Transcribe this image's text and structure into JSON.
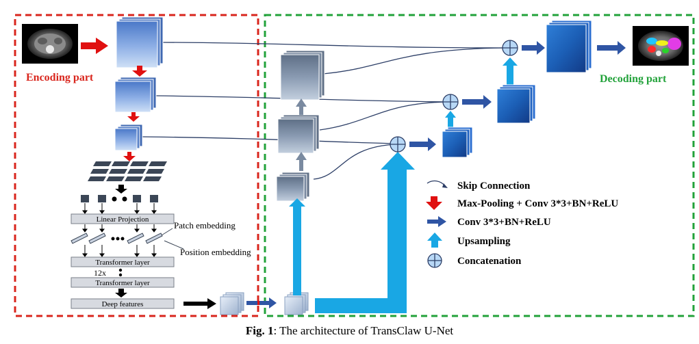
{
  "labels": {
    "encoding_part": "Encoding part",
    "decoding_part": "Decoding part",
    "linear_projection": "Linear Projection",
    "patch_embedding": "Patch embedding",
    "position_embedding": "Position embedding",
    "transformer_layer_1": "Transformer layer",
    "repeat": "12x",
    "transformer_layer_2": "Transformer layer",
    "deep_features": "Deep features"
  },
  "legend": [
    {
      "icon": "skip-connection-icon",
      "label": "Skip Connection"
    },
    {
      "icon": "red-down-arrow-icon",
      "label": "Max-Pooling + Conv 3*3+BN+ReLU"
    },
    {
      "icon": "blue-right-arrow-icon",
      "label": "Conv 3*3+BN+ReLU"
    },
    {
      "icon": "cyan-up-arrow-icon",
      "label": "Upsampling"
    },
    {
      "icon": "concat-circle-icon",
      "label": "Concatenation"
    }
  ],
  "caption": {
    "prefix": "Fig. 1",
    "text": ": The architecture of TransClaw U-Net"
  },
  "colors": {
    "encoder_border": "#d9251c",
    "decoder_border": "#22a23a",
    "encoding_text": "#d9251c",
    "decoding_text": "#22a23a",
    "red_arrow": "#e01010",
    "blue_arrow": "#2f55a4",
    "cyan_arrow": "#19a7e4"
  }
}
